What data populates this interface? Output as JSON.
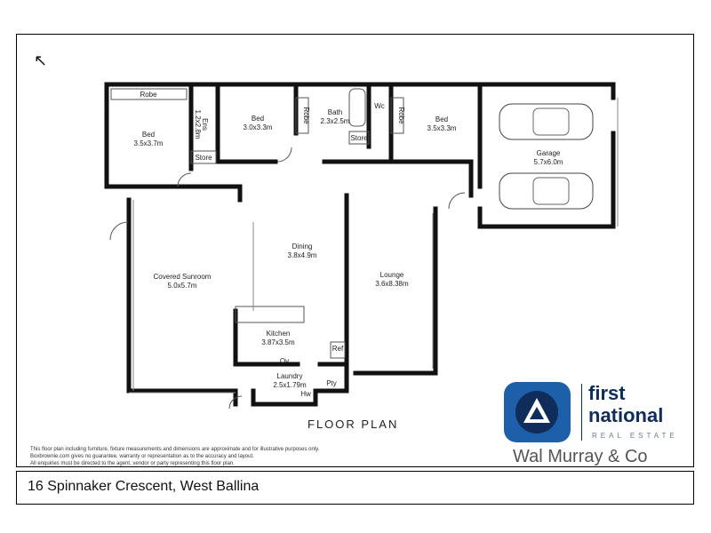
{
  "address": "16 Spinnaker Crescent, West Ballina",
  "floor_plan_title": "FLOOR PLAN",
  "rooms": [
    {
      "key": "bed1",
      "name": "Bed",
      "size": "3.5x3.7m"
    },
    {
      "key": "bed2",
      "name": "Bed",
      "size": "3.0x3.3m"
    },
    {
      "key": "bath",
      "name": "Bath",
      "size": "2.3x2.5m"
    },
    {
      "key": "bed3",
      "name": "Bed",
      "size": "3.5x3.3m"
    },
    {
      "key": "garage",
      "name": "Garage",
      "size": "5.7x6.0m"
    },
    {
      "key": "dining",
      "name": "Dining",
      "size": "3.8x4.9m"
    },
    {
      "key": "sunroom",
      "name": "Covered Sunroom",
      "size": "5.0x5.7m"
    },
    {
      "key": "lounge",
      "name": "Lounge",
      "size": "3.6x8.38m"
    },
    {
      "key": "kitchen",
      "name": "Kitchen",
      "size": "3.87x3.5m"
    },
    {
      "key": "laundry",
      "name": "Laundry",
      "size": "2.5x1.79m"
    },
    {
      "key": "ens",
      "name": "Ens",
      "size": "1.2x2.8m"
    }
  ],
  "small_labels": {
    "robe1": "Robe",
    "robe2": "Robe",
    "robe3": "Robe",
    "store1": "Store",
    "store2": "Store",
    "wc": "Wc",
    "ref": "Ref",
    "pty": "Pty",
    "ov": "Ov",
    "hw": "Hw"
  },
  "disclaimer": [
    "This floor plan including furniture, fixture measurements and dimensions are approximate and for illustrative purposes only.",
    "Boxbrownie.com gives no guarantee, warranty or representation as to the accuracy and layout.",
    "All enquiries must be directed to the agent, vendor or party representing this floor plan."
  ],
  "brand": {
    "first": "first",
    "national": "national",
    "real_estate": "REAL ESTATE",
    "agency": "Wal Murray & Co",
    "colors": {
      "navy": "#0f2c5a",
      "logo_blue": "#1d5fa8"
    }
  },
  "north_icon": "north-arrow-icon"
}
